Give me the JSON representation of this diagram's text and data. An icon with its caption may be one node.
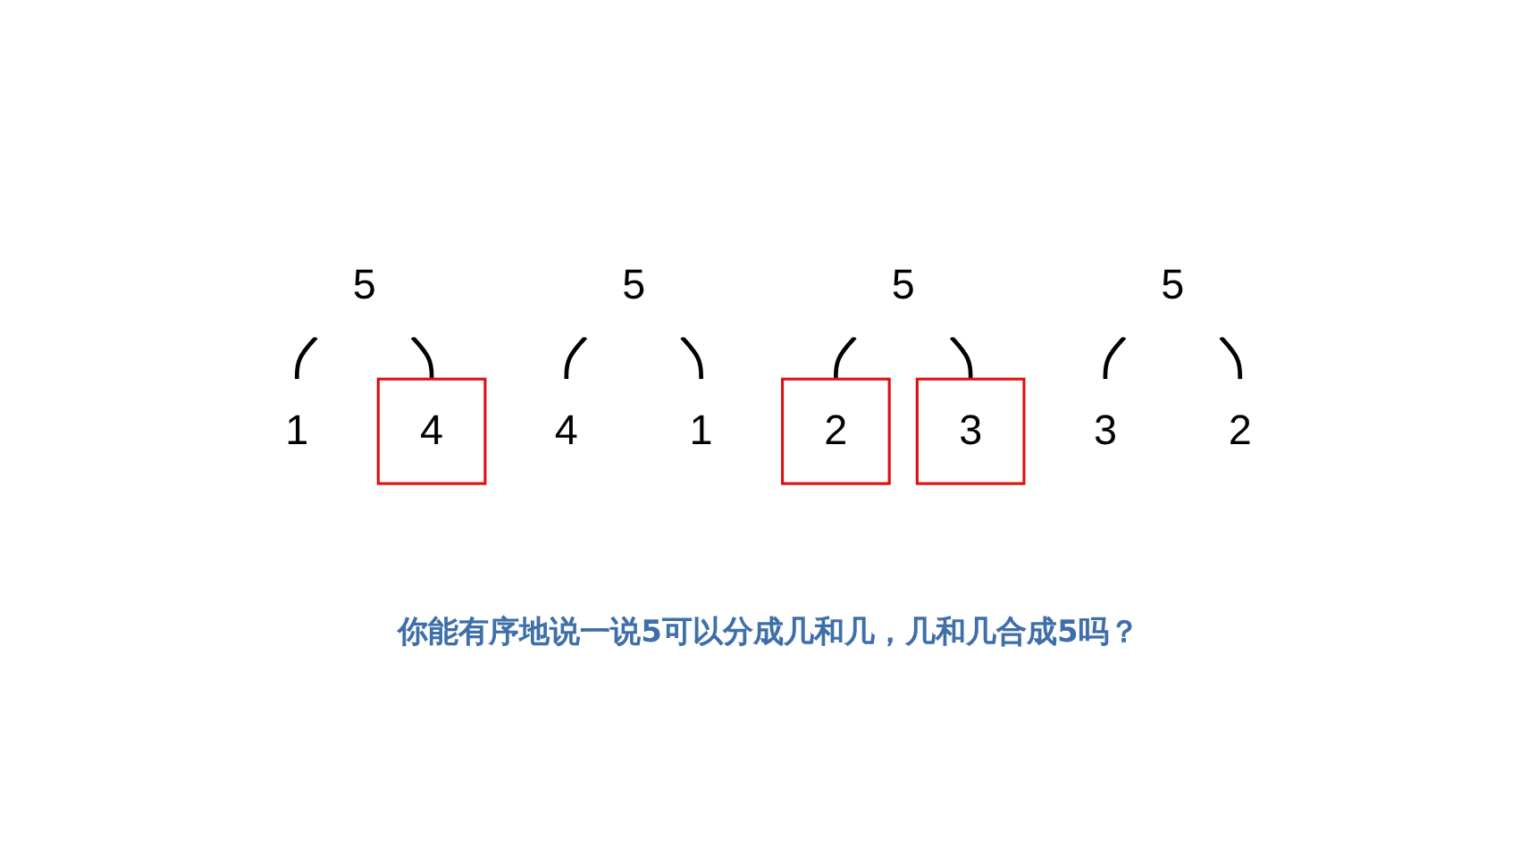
{
  "diagram": {
    "caption": "你能有序地说一说5可以分成几和几，几和几合成5吗？",
    "nodes": [
      {
        "text": [
          "5"
        ]
      },
      {
        "text": [
          "1"
        ]
      },
      {
        "text": [
          "4"
        ]
      },
      {
        "text": [
          "5"
        ]
      },
      {
        "text": [
          "4"
        ]
      },
      {
        "text": [
          "1"
        ]
      },
      {
        "text": [
          "5"
        ]
      },
      {
        "text": [
          "2"
        ]
      },
      {
        "text": [
          "3"
        ]
      },
      {
        "text": [
          "5"
        ]
      },
      {
        "text": [
          "3"
        ]
      },
      {
        "text": [
          "2"
        ]
      }
    ],
    "edges": [
      {
        "from": 0,
        "to": 1,
        "arrow": "none"
      },
      {
        "from": 0,
        "to": 2,
        "arrow": "none"
      },
      {
        "from": 3,
        "to": 4,
        "arrow": "none"
      },
      {
        "from": 3,
        "to": 5,
        "arrow": "none"
      },
      {
        "from": 6,
        "to": 7,
        "arrow": "none"
      },
      {
        "from": 6,
        "to": 8,
        "arrow": "none"
      },
      {
        "from": 9,
        "to": 10,
        "arrow": "none"
      },
      {
        "from": 9,
        "to": 11,
        "arrow": "none"
      }
    ]
  }
}
